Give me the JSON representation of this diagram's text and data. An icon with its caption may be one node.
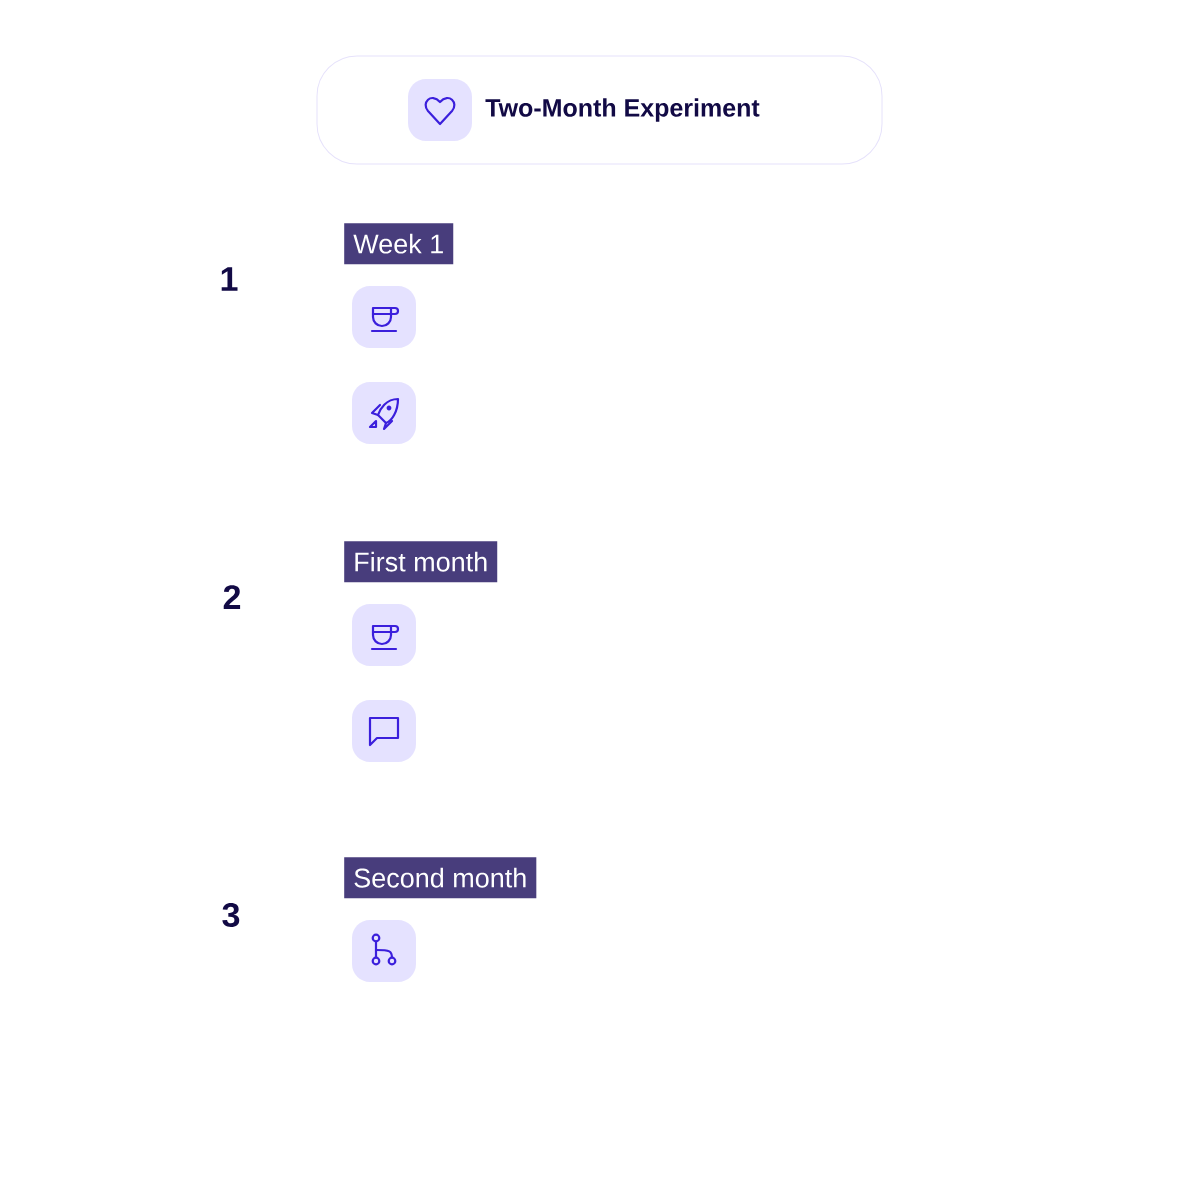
{
  "diagram": {
    "nodes": [
      {
        "text": [
          "Two-Month Experiment"
        ]
      },
      {
        "text": [
          "Week 1"
        ]
      },
      {
        "text": [
          "First month"
        ]
      },
      {
        "text": [
          "Second month"
        ]
      }
    ],
    "labels": [
      "1",
      "2",
      "3"
    ]
  }
}
